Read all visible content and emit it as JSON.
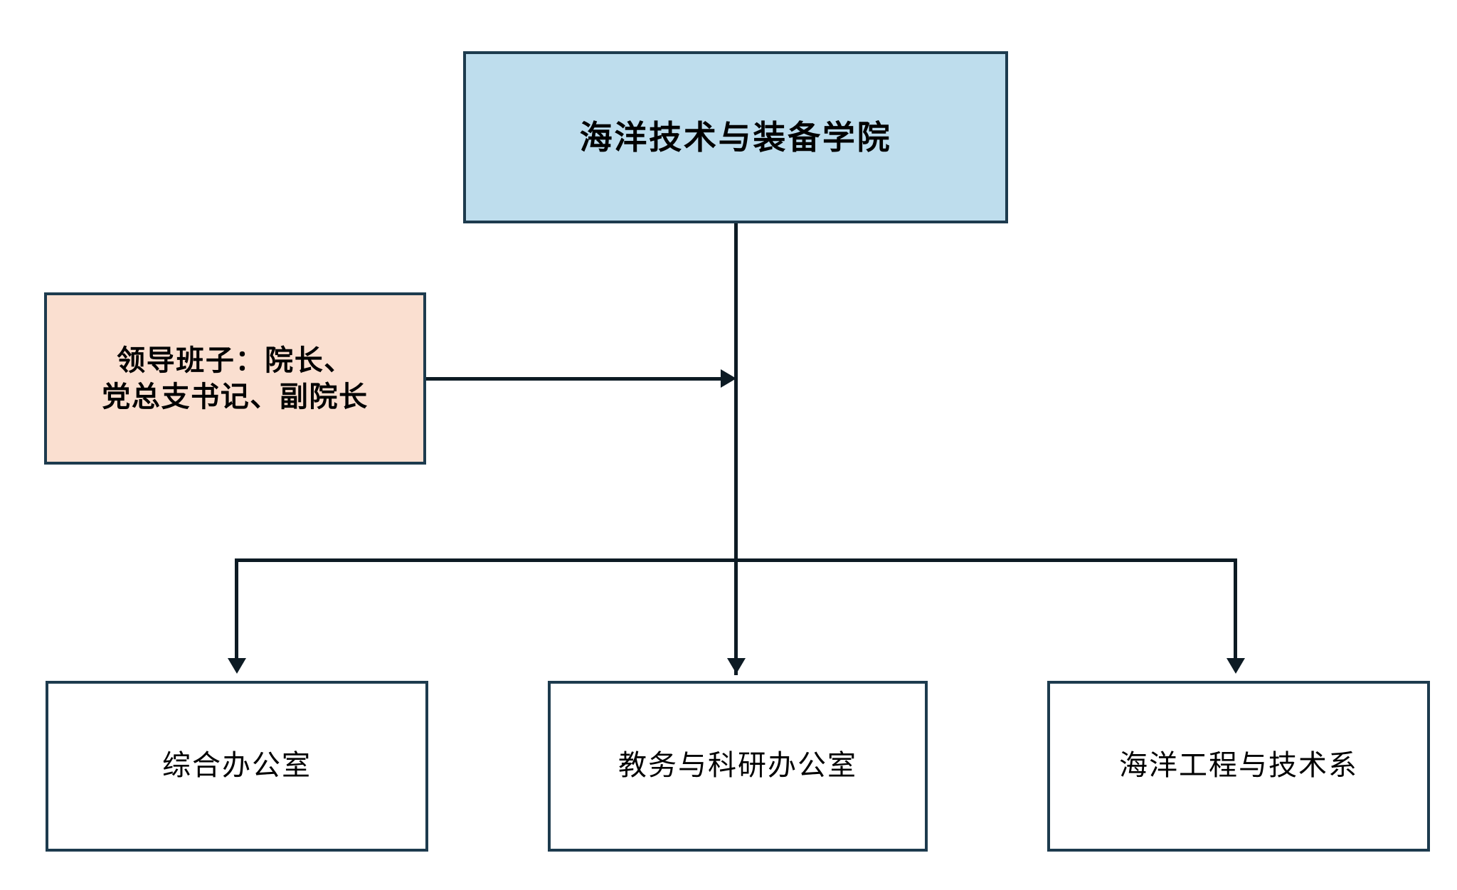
{
  "diagram": {
    "type": "organization-chart",
    "title_node": {
      "label": "海洋技术与装备学院",
      "fill": "#bedded",
      "border": "#1d3b4e"
    },
    "leadership_node": {
      "label": "领导班子：院长、\n党总支书记、副院长",
      "fill": "#fadfd0",
      "border": "#1d3b4e"
    },
    "units": [
      {
        "label": "综合办公室",
        "fill": "#ffffff",
        "border": "#1d3b4e"
      },
      {
        "label": "教务与科研办公室",
        "fill": "#ffffff",
        "border": "#1d3b4e"
      },
      {
        "label": "海洋工程与技术系",
        "fill": "#ffffff",
        "border": "#1d3b4e"
      }
    ],
    "connectors": {
      "line_color": "#0d1b24",
      "leadership_to_trunk": "arrow-right",
      "trunk_to_units": "arrow-down"
    },
    "background": "#ffffff"
  }
}
